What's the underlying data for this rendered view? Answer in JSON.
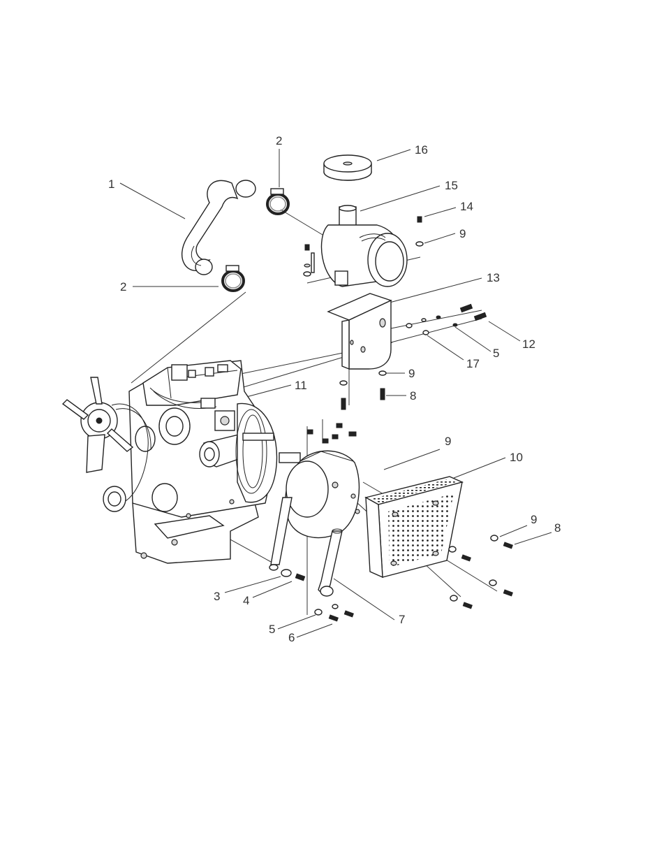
{
  "diagram": {
    "type": "exploded-parts-illustration",
    "colors": {
      "ink": "#222222",
      "paper": "#ffffff",
      "callout": "#333333"
    },
    "callouts": [
      {
        "id": "c1",
        "label": "1"
      },
      {
        "id": "c2a",
        "label": "2"
      },
      {
        "id": "c2b",
        "label": "2"
      },
      {
        "id": "c16",
        "label": "16"
      },
      {
        "id": "c15",
        "label": "15"
      },
      {
        "id": "c14",
        "label": "14"
      },
      {
        "id": "c9a",
        "label": "9"
      },
      {
        "id": "c13",
        "label": "13"
      },
      {
        "id": "c12",
        "label": "12"
      },
      {
        "id": "c5a",
        "label": "5"
      },
      {
        "id": "c17",
        "label": "17"
      },
      {
        "id": "c9b",
        "label": "9"
      },
      {
        "id": "c8a",
        "label": "8"
      },
      {
        "id": "c11",
        "label": "11"
      },
      {
        "id": "c9c",
        "label": "9"
      },
      {
        "id": "c10",
        "label": "10"
      },
      {
        "id": "c9d",
        "label": "9"
      },
      {
        "id": "c8b",
        "label": "8"
      },
      {
        "id": "c3",
        "label": "3"
      },
      {
        "id": "c4",
        "label": "4"
      },
      {
        "id": "c7",
        "label": "7"
      },
      {
        "id": "c5b",
        "label": "5"
      },
      {
        "id": "c6",
        "label": "6"
      }
    ],
    "parts": [
      {
        "id": "hose",
        "icon": "elbow-hose-icon"
      },
      {
        "id": "clamp-upper",
        "icon": "hose-clamp-icon"
      },
      {
        "id": "clamp-lower",
        "icon": "hose-clamp-icon"
      },
      {
        "id": "air-filter-cap",
        "icon": "rain-cap-icon"
      },
      {
        "id": "air-filter",
        "icon": "air-cleaner-icon"
      },
      {
        "id": "bracket",
        "icon": "mounting-bracket-icon"
      },
      {
        "id": "engine",
        "icon": "engine-icon"
      },
      {
        "id": "muffler",
        "icon": "muffler-icon"
      },
      {
        "id": "muffler-guard",
        "icon": "perforated-guard-icon"
      },
      {
        "id": "tailpipe",
        "icon": "tailpipe-icon"
      }
    ]
  }
}
